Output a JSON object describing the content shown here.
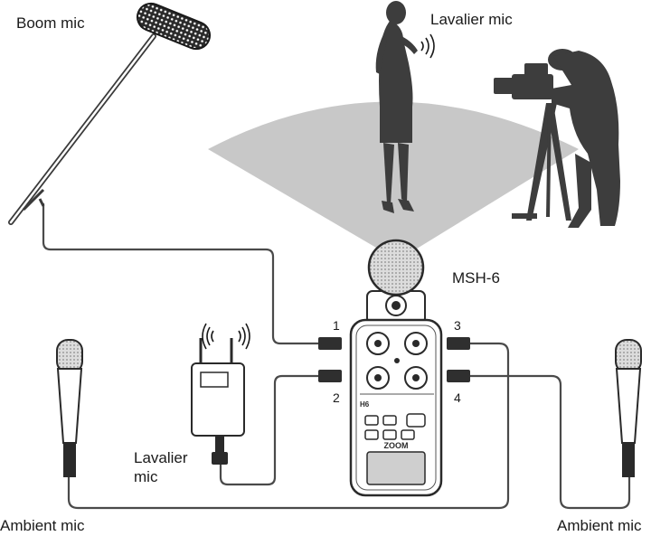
{
  "labels": {
    "boom_mic": "Boom mic",
    "lavalier_mic_top": "Lavalier mic",
    "msh6": "MSH-6",
    "lavalier_mic_bottom_line1": "Lavalier",
    "lavalier_mic_bottom_line2": "mic",
    "ambient_mic_left": "Ambient mic",
    "ambient_mic_right": "Ambient mic"
  },
  "inputs": {
    "in1": "1",
    "in2": "2",
    "in3": "3",
    "in4": "4"
  },
  "recorder": {
    "brand": "ZOOM",
    "model": "H6"
  },
  "colors": {
    "silhouette": "#3d3d3d",
    "pickup_area": "#c8c8c8",
    "cable": "#4a4a4a",
    "mic_grille": "#bfbfbf"
  }
}
